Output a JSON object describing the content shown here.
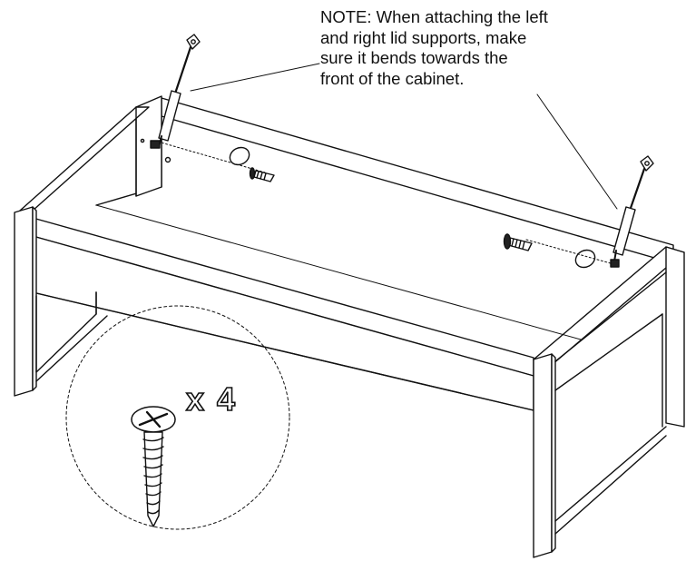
{
  "note": {
    "lines": [
      "NOTE: When attaching the left",
      "and right lid supports, make",
      "sure it bends towards the",
      "front of the cabinet."
    ]
  },
  "hardware": {
    "quantity_label": "x 4",
    "part_icon": "screw-icon"
  },
  "colors": {
    "line": "#111111",
    "background": "#ffffff"
  }
}
